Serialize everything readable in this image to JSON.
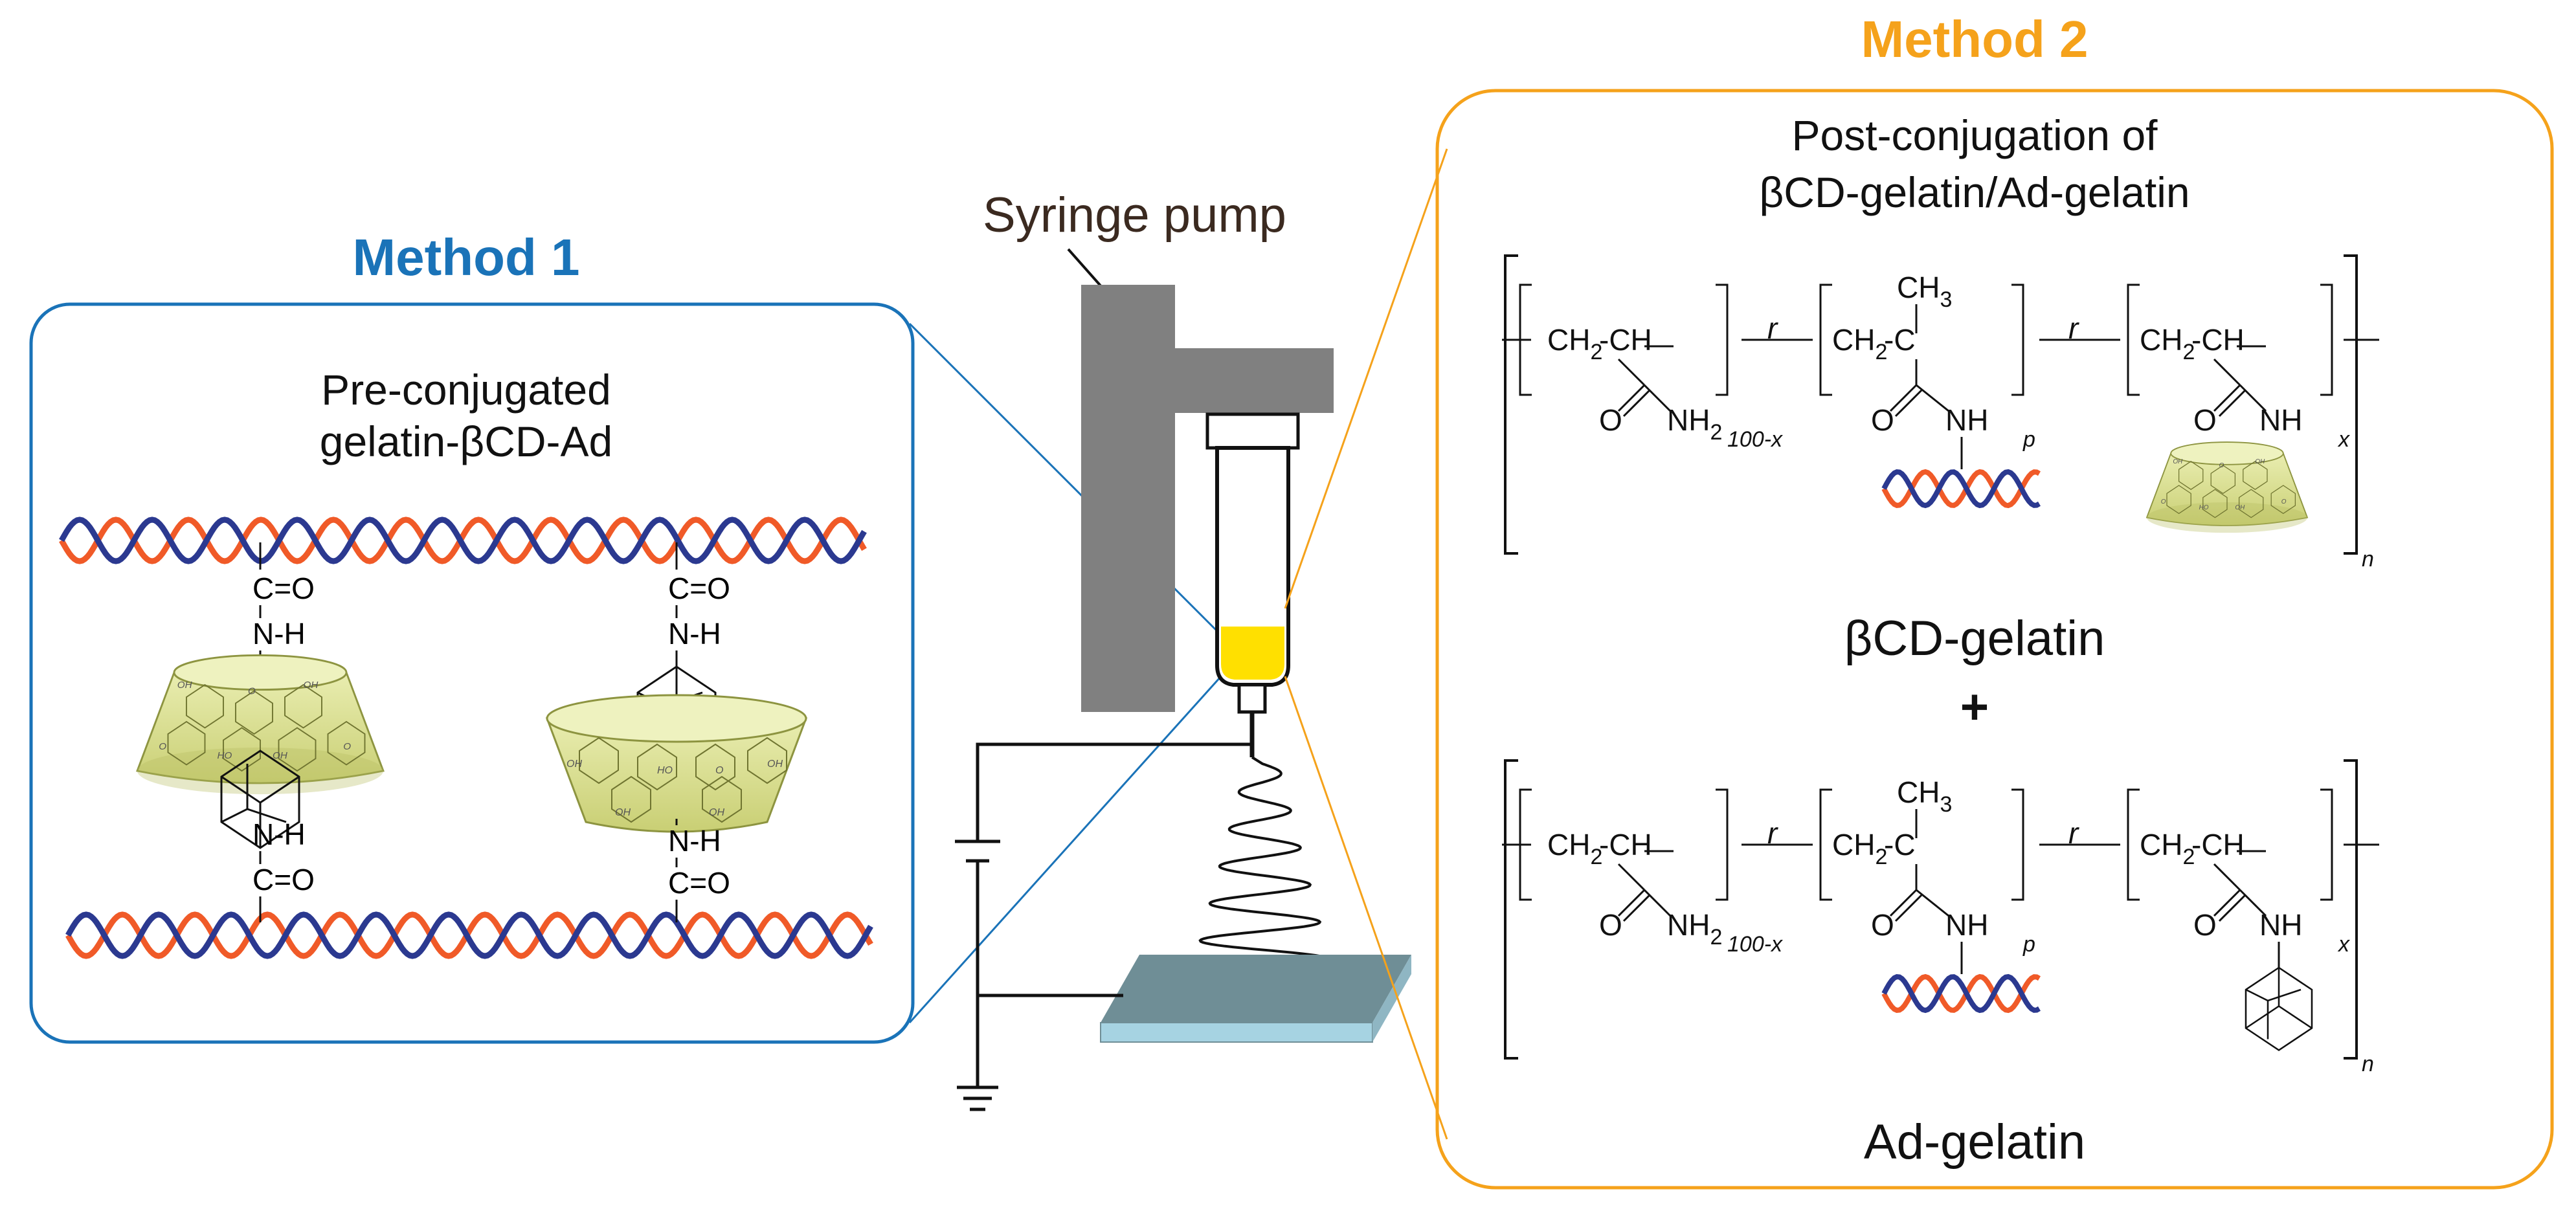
{
  "colors": {
    "method1": "#1a73b8",
    "method2": "#f5a21b",
    "helix_red": "#f05a28",
    "helix_blue": "#2b3990",
    "cyclodextrin": "#d8dd8f",
    "pump": "#808080",
    "solution": "#ffe000",
    "collector_top": "#6f8e96",
    "collector_side": "#a6d3e2"
  },
  "method1": {
    "title": "Method 1",
    "box_line1": "Pre-conjugated",
    "box_line2": "gelatin-βCD-Ad",
    "carbonyl": "C=O",
    "amide_nh": "N-H"
  },
  "center": {
    "pump_label": "Syringe pump"
  },
  "method2": {
    "title": "Method 2",
    "box_line1": "Post-conjugation of",
    "box_line2": "βCD-gelatin/Ad-gelatin",
    "label_cd_gelatin": "βCD-gelatin",
    "plus": "+",
    "label_ad_gelatin": "Ad-gelatin",
    "poly": {
      "ch2ch": "CH",
      "ch2sub": "2",
      "ch2tail": "-CH",
      "ch2tail_c": "-C",
      "ch3": "CH",
      "ch3sub": "3",
      "o": "O",
      "nh2": "NH",
      "nh2sub": "2",
      "nh": "NH",
      "r": "r",
      "sub_100x": "100-x",
      "sub_p": "p",
      "sub_x": "x",
      "sub_n": "n"
    }
  }
}
